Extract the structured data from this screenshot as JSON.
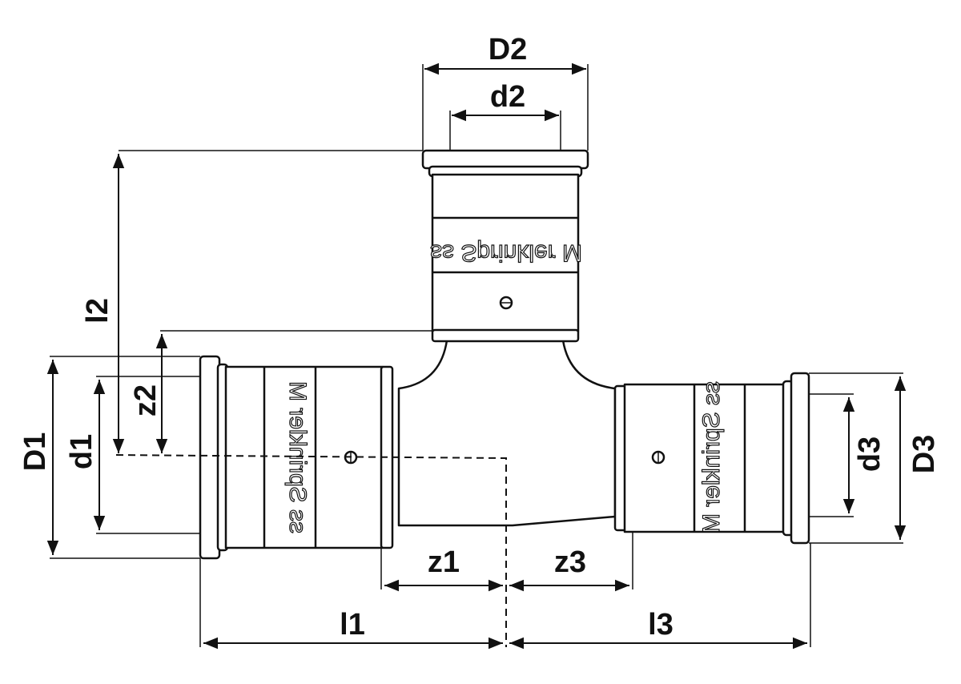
{
  "dimension_labels": {
    "D1": "D1",
    "d1": "d1",
    "D2": "D2",
    "d2": "d2",
    "D3": "D3",
    "d3": "d3",
    "l1": "l1",
    "l2": "l2",
    "l3": "l3",
    "z1": "z1",
    "z2": "z2",
    "z3": "z3"
  },
  "fitting_marking": {
    "top": "ss Sprinkler M",
    "left": "ss Sprinkler M",
    "right": "ss Sprinkler M"
  },
  "colors": {
    "line": "#111111",
    "background": "#ffffff"
  }
}
